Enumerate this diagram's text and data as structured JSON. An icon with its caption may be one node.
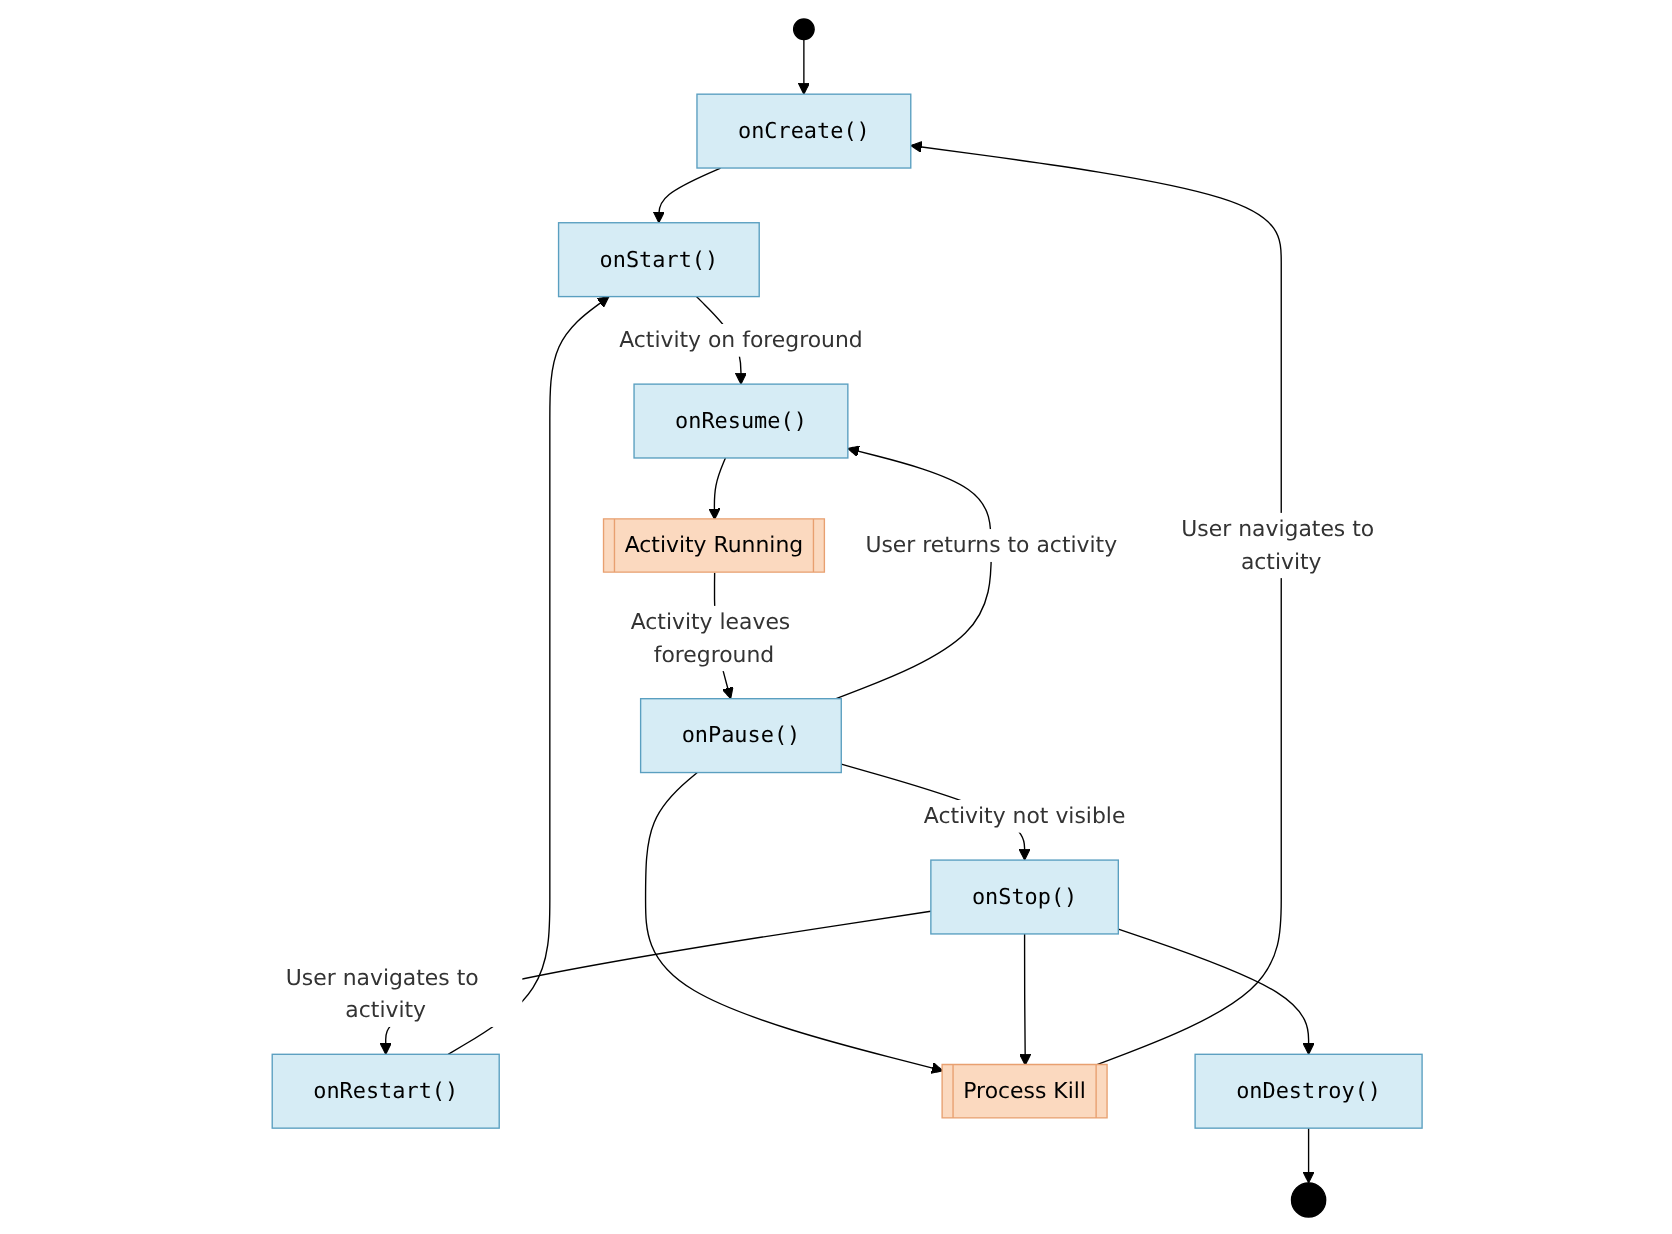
{
  "diagram": {
    "nodes": [
      {
        "text": [],
        "shape": "circle"
      },
      {
        "text": [
          "onCreate()"
        ]
      },
      {
        "text": [
          "onStart()"
        ]
      },
      {
        "text": [
          "onRestart()"
        ]
      },
      {
        "text": [
          "onResume()"
        ]
      },
      {
        "text": [
          "Process Kill"
        ]
      },
      {
        "text": [
          "Activity Running"
        ]
      },
      {
        "text": [
          "onPause()"
        ]
      },
      {
        "text": [
          "onStop()"
        ]
      },
      {
        "text": [
          "onDestroy()"
        ]
      },
      {
        "text": [],
        "shape": "circle"
      }
    ],
    "edges": [
      {
        "from": 0,
        "to": 1,
        "arrow": "to"
      },
      {
        "from": 1,
        "to": 2,
        "arrow": "to"
      },
      {
        "from": 3,
        "to": 2,
        "arrow": "to"
      },
      {
        "from": 2,
        "to": 4,
        "arrow": "to",
        "label": "Activity on foreground"
      },
      {
        "from": 4,
        "to": 6,
        "arrow": "to"
      },
      {
        "from": 6,
        "to": 7,
        "arrow": "to",
        "label": "Activity leaves foreground"
      },
      {
        "from": 7,
        "to": 4,
        "arrow": "to",
        "label": "User returns to activity"
      },
      {
        "from": 7,
        "to": 5,
        "arrow": "to"
      },
      {
        "from": 7,
        "to": 8,
        "arrow": "to",
        "label": "Activity not visible"
      },
      {
        "from": 8,
        "to": 5,
        "arrow": "to"
      },
      {
        "from": 8,
        "to": 3,
        "arrow": "to",
        "label": "User navigates to activity"
      },
      {
        "from": 5,
        "to": 1,
        "arrow": "to",
        "label": "User navigates to activity"
      },
      {
        "from": 8,
        "to": 9,
        "arrow": "to"
      },
      {
        "from": 9,
        "to": 10,
        "arrow": "to"
      }
    ]
  }
}
